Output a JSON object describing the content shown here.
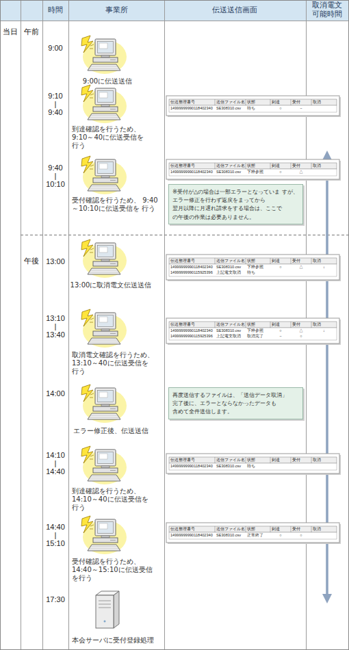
{
  "diagram": {
    "nodes": [
      {
        "text": [
          "※受付が△の場合は一部エラーとなっていま すが、エラー修正を行わず返戻をまってから 翌月以降に月遅れ請求をする場合は、ここで の午後の作業は必要ありません。"
        ]
      },
      {
        "text": [
          "再度送信するファイルは、「送信データ取消」 完了後に、エラーとならなかったデータも 含めて全件送信します。"
        ]
      }
    ],
    "labels": [
      "時間",
      "事業所",
      "伝送送信画面",
      "取消電文 可能時間",
      "当日",
      "午前",
      "9:00",
      "9:00に伝送送信",
      "9:10",
      "|",
      "9:40",
      "到達確認を行うため、 9:10～40に伝送受信を 行う",
      "伝送整理番号",
      "送信ファイル名",
      "状態",
      "到達",
      "受付",
      "取消",
      "14999999990118402340",
      "SE308310.csv",
      "待ち",
      "○",
      "－",
      "9:40",
      "|",
      "10:10",
      "受付確認を行うため、 9:40～10:10に伝送受信を 行う",
      "伝送整理番号",
      "送信ファイル名",
      "状態",
      "到達",
      "受付",
      "取消",
      "14999999990118402340",
      "SE308310.csv",
      "下枠参照",
      "○",
      "△",
      "午後",
      "13:00",
      "13:00に取消電文伝送送信",
      "伝送整理番号",
      "送信ファイル名",
      "状態",
      "到達",
      "受付",
      "取消",
      "14999999990118402340",
      "SE308310.csv",
      "下枠参照",
      "○",
      "△",
      "↓",
      "14999999990115925396",
      "上記電文取消",
      "待ち",
      "13:10",
      "|",
      "13:40",
      "取消電文確認を行うため、 13:10～40に伝送受信を 行う",
      "伝送整理番号",
      "送信ファイル名",
      "状態",
      "到達",
      "受付",
      "取消",
      "14999999990118402340",
      "SE308310.csv",
      "下枠参照",
      "○",
      "△",
      "↓",
      "14999999990115925396",
      "上記電文取消",
      "取消完了",
      "－",
      "○",
      "14:00",
      "エラー修正後、伝送送信",
      "14:10",
      "|",
      "14:40",
      "到達確認を行うため、 14:10～40に伝送受信を 行う",
      "伝送整理番号",
      "送信ファイル名",
      "状態",
      "到達",
      "受付",
      "取消",
      "14999999990118402340",
      "SE308310.csv",
      "待ち",
      "14:40",
      "|",
      "15:10",
      "受付確認を行うため、 14:40～15:10に伝送受信 を行う",
      "伝送整理番号",
      "送信ファイル名",
      "状態",
      "到達",
      "受付",
      "取消",
      "14999999990118402340",
      "SE308310.csv",
      "正常終了",
      "○",
      "○",
      "17:30",
      "本会サーバに受付登録処理"
    ]
  }
}
